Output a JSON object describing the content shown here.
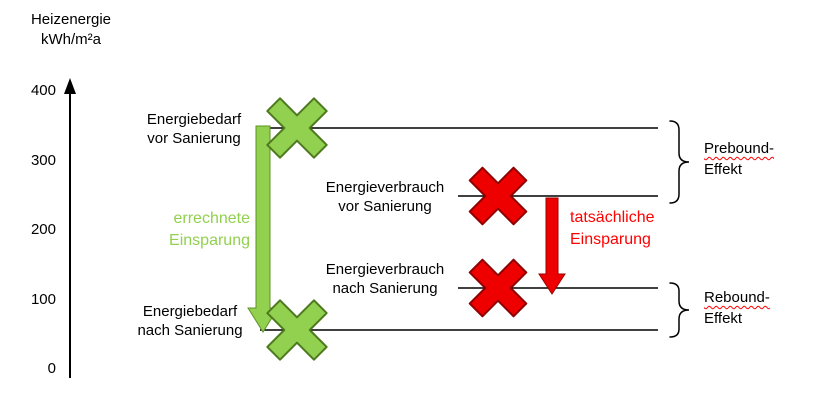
{
  "axis": {
    "title_line1": "Heizenergie",
    "title_line2": "kWh/m²a",
    "ticks": [
      "400",
      "300",
      "200",
      "100",
      "0"
    ],
    "range": [
      0,
      400
    ]
  },
  "labels": {
    "bedarf_vor": {
      "line1": "Energiebedarf",
      "line2": "vor Sanierung"
    },
    "verbrauch_vor": {
      "line1": "Energieverbrauch",
      "line2": "vor Sanierung"
    },
    "verbrauch_nach": {
      "line1": "Energieverbrauch",
      "line2": "nach Sanierung"
    },
    "bedarf_nach": {
      "line1": "Energiebedarf",
      "line2": "nach Sanierung"
    },
    "errechnete": {
      "line1": "errechnete",
      "line2": "Einsparung"
    },
    "tatsaechliche": {
      "line1": "tatsächliche",
      "line2": "Einsparung"
    },
    "prebound": {
      "line1": "Prebound-",
      "line2": "Effekt"
    },
    "rebound": {
      "line1": "Rebound-",
      "line2": "Effekt"
    }
  },
  "levels": [
    {
      "label": "Energiebedarf vor Sanierung",
      "approx_value_kwh_m2a": 340
    },
    {
      "label": "Energieverbrauch vor Sanierung",
      "approx_value_kwh_m2a": 250
    },
    {
      "label": "Energieverbrauch nach Sanierung",
      "approx_value_kwh_m2a": 120
    },
    {
      "label": "Energiebedarf nach Sanierung",
      "approx_value_kwh_m2a": 60
    }
  ],
  "colors": {
    "green": "#92D050",
    "green_dark": "#4E7A1E",
    "red": "#EE0000",
    "red_dark": "#990000",
    "text_red": "#FF0000",
    "line_black": "#000000"
  }
}
